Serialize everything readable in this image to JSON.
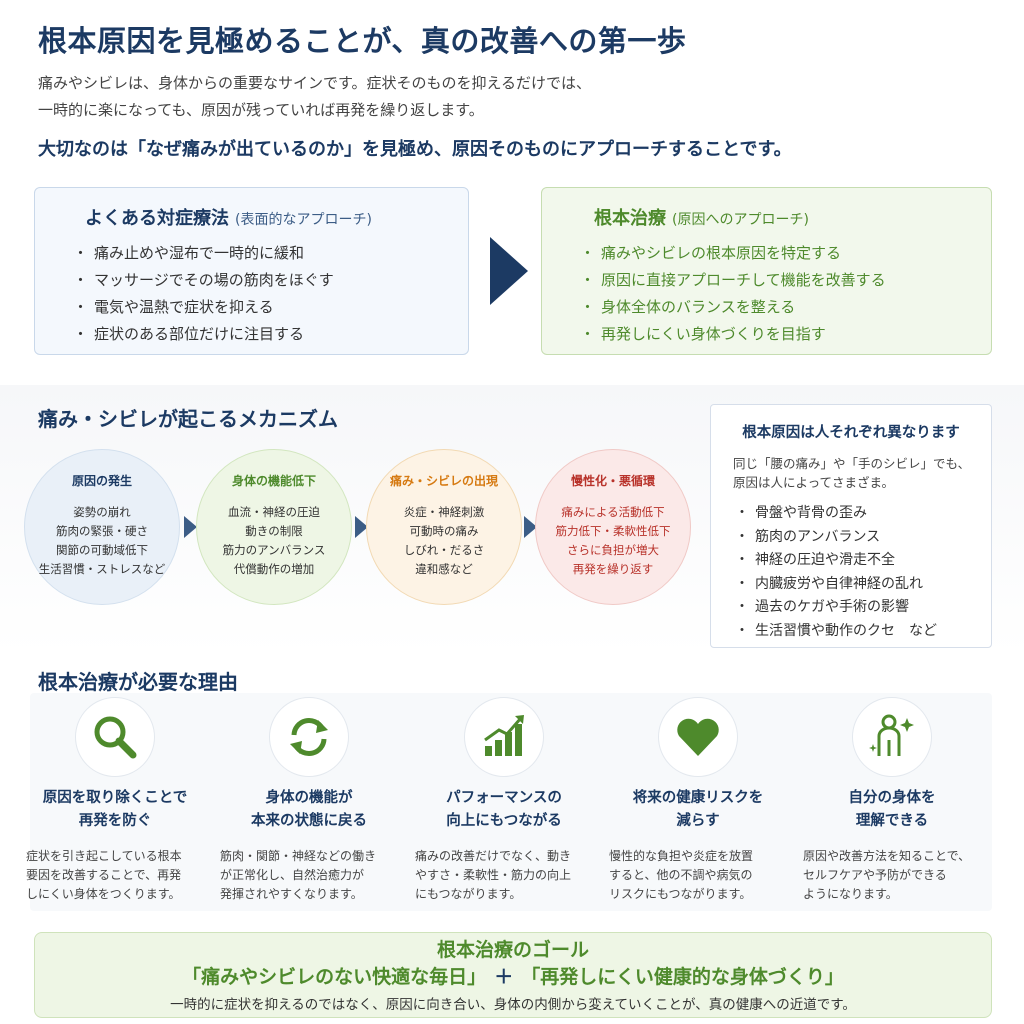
{
  "header": {
    "title": "根本原因を見極めることが、真の改善への第一歩",
    "intro_line1": "痛みやシビレは、身体からの重要なサインです。症状そのものを抑えるだけでは、",
    "intro_line2": "一時的に楽になっても、原因が残っていれば再発を繰り返します。",
    "lead": "大切なのは「なぜ痛みが出ているのか」を見極め、原因そのものにアプローチすることです。"
  },
  "comparison": {
    "symptom": {
      "title": "よくある対症療法",
      "subtitle": "(表面的なアプローチ)",
      "items": [
        "痛み止めや湿布で一時的に緩和",
        "マッサージでその場の筋肉をほぐす",
        "電気や温熱で症状を抑える",
        "症状のある部位だけに注目する"
      ]
    },
    "root": {
      "title": "根本治療",
      "subtitle": "(原因へのアプローチ)",
      "items": [
        "痛みやシビレの根本原因を特定する",
        "原因に直接アプローチして機能を改善する",
        "身体全体のバランスを整える",
        "再発しにくい身体づくりを目指す"
      ]
    },
    "bullet": "・"
  },
  "mechanism": {
    "title": "痛み・シビレが起こるメカニズム",
    "steps": [
      {
        "title": "原因の発生",
        "lines": [
          "姿勢の崩れ",
          "筋肉の緊張・硬さ",
          "関節の可動域低下",
          "生活習慣・ストレスなど"
        ]
      },
      {
        "title": "身体の機能低下",
        "lines": [
          "血流・神経の圧迫",
          "動きの制限",
          "筋力のアンバランス",
          "代償動作の増加"
        ]
      },
      {
        "title": "痛み・シビレの出現",
        "lines": [
          "炎症・神経刺激",
          "可動時の痛み",
          "しびれ・だるさ",
          "違和感など"
        ]
      },
      {
        "title": "慢性化・悪循環",
        "lines": [
          "痛みによる活動低下",
          "筋力低下・柔軟性低下",
          "さらに負担が増大",
          "再発を繰り返す"
        ]
      }
    ],
    "causes": {
      "title": "根本原因は人それぞれ異なります",
      "text_line1": "同じ「腰の痛み」や「手のシビレ」でも、",
      "text_line2": "原因は人によってさまざま。",
      "items": [
        "骨盤や背骨の歪み",
        "筋肉のアンバランス",
        "神経の圧迫や滑走不全",
        "内臓疲労や自律神経の乱れ",
        "過去のケガや手術の影響",
        "生活習慣や動作のクセ　など"
      ]
    }
  },
  "reasons": {
    "title": "根本治療が必要な理由",
    "items": [
      {
        "icon": "search-icon",
        "head1": "原因を取り除くことで",
        "head2": "再発を防ぐ",
        "desc": [
          "症状を引き起こしている根本",
          "要因を改善することで、再発",
          "しにくい身体をつくります。"
        ]
      },
      {
        "icon": "refresh-icon",
        "head1": "身体の機能が",
        "head2": "本来の状態に戻る",
        "desc": [
          "筋肉・関節・神経などの働き",
          "が正常化し、自然治癒力が",
          "発揮されやすくなります。"
        ]
      },
      {
        "icon": "growth-chart-icon",
        "head1": "パフォーマンスの",
        "head2": "向上にもつながる",
        "desc": [
          "痛みの改善だけでなく、動き",
          "やすさ・柔軟性・筋力の向上",
          "にもつながります。"
        ]
      },
      {
        "icon": "heart-icon",
        "head1": "将来の健康リスクを",
        "head2": "減らす",
        "desc": [
          "慢性的な負担や炎症を放置",
          "すると、他の不調や病気の",
          "リスクにもつながります。"
        ]
      },
      {
        "icon": "person-sparkle-icon",
        "head1": "自分の身体を",
        "head2": "理解できる",
        "desc": [
          "原因や改善方法を知ることで、",
          "セルフケアや予防ができる",
          "ようになります。"
        ]
      }
    ]
  },
  "goal": {
    "title": "根本治療のゴール",
    "part1": "「痛みやシビレのない快適な毎日」",
    "plus": "＋",
    "part2": "「再発しにくい健康的な身体づくり」",
    "note": "一時的に症状を抑えるのではなく、原因に向き合い、身体の内側から変えていくことが、真の健康への近道です。"
  },
  "colors": {
    "navy": "#1c3a63",
    "green": "#4e8a2c",
    "orange": "#d67a12",
    "red": "#b8322a"
  }
}
